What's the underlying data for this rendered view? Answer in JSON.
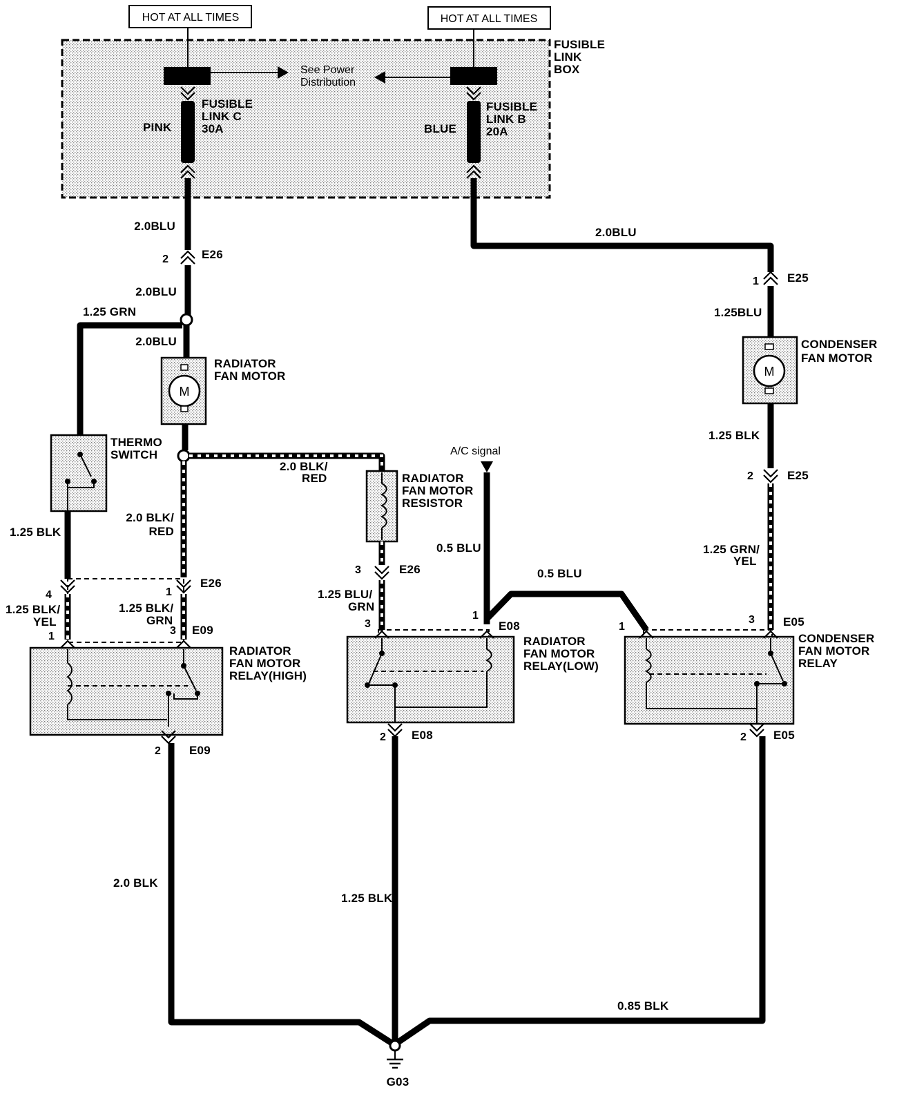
{
  "supply": {
    "left": "HOT AT ALL TIMES",
    "right": "HOT AT ALL TIMES"
  },
  "fusible_box": {
    "title_l1": "FUSIBLE",
    "title_l2": "LINK",
    "title_l3": "BOX",
    "see_l1": "See Power",
    "see_l2": "Distribution",
    "link_c_l1": "FUSIBLE",
    "link_c_l2": "LINK C",
    "link_c_l3": "30A",
    "link_c_color": "PINK",
    "link_b_l1": "FUSIBLE",
    "link_b_l2": "LINK B",
    "link_b_l3": "20A",
    "link_b_color": "BLUE"
  },
  "components": {
    "radiator_fan_motor_l1": "RADIATOR",
    "radiator_fan_motor_l2": "FAN MOTOR",
    "condenser_fan_motor_l1": "CONDENSER",
    "condenser_fan_motor_l2": "FAN MOTOR",
    "motor_symbol": "M",
    "thermo_switch_l1": "THERMO",
    "thermo_switch_l2": "SWITCH",
    "resistor_l1": "RADIATOR",
    "resistor_l2": "FAN MOTOR",
    "resistor_l3": "RESISTOR",
    "relay_high_l1": "RADIATOR",
    "relay_high_l2": "FAN MOTOR",
    "relay_high_l3": "RELAY(HIGH)",
    "relay_low_l1": "RADIATOR",
    "relay_low_l2": "FAN MOTOR",
    "relay_low_l3": "RELAY(LOW)",
    "relay_cond_l1": "CONDENSER",
    "relay_cond_l2": "FAN MOTOR",
    "relay_cond_l3": "RELAY",
    "ac_signal": "A/C signal",
    "ground": "G03"
  },
  "wires": {
    "w_blu_top_left": "2.0BLU",
    "w_blu_mid_left": "2.0BLU",
    "w_blu_motor": "2.0BLU",
    "w_grn": "1.25 GRN",
    "w_blu_right_top": "2.0BLU",
    "w_blu_cond": "1.25BLU",
    "w_blk_cond": "1.25 BLK",
    "w_blkred_h_l1": "2.0 BLK/",
    "w_blkred_h_l2": "RED",
    "w_blkred_v_l1": "2.0 BLK/",
    "w_blkred_v_l2": "RED",
    "w_blk_thermo": "1.25 BLK",
    "w_blkyel_l1": "1.25 BLK/",
    "w_blkyel_l2": "YEL",
    "w_blkgrn_l1": "1.25 BLK/",
    "w_blkgrn_l2": "GRN",
    "w_blugrn_l1": "1.25 BLU/",
    "w_blugrn_l2": "GRN",
    "w_acblu": "0.5 BLU",
    "w_acblu2": "0.5 BLU",
    "w_grnyel_l1": "1.25 GRN/",
    "w_grnyel_l2": "YEL",
    "w_gnd_high": "2.0 BLK",
    "w_gnd_low": "1.25 BLK",
    "w_gnd_cond": "0.85 BLK"
  },
  "connectors": {
    "e26": "E26",
    "e25": "E25",
    "e09": "E09",
    "e08": "E08",
    "e05": "E05"
  },
  "pins": {
    "p2": "2",
    "p1": "1",
    "p3": "3",
    "p4": "4"
  }
}
